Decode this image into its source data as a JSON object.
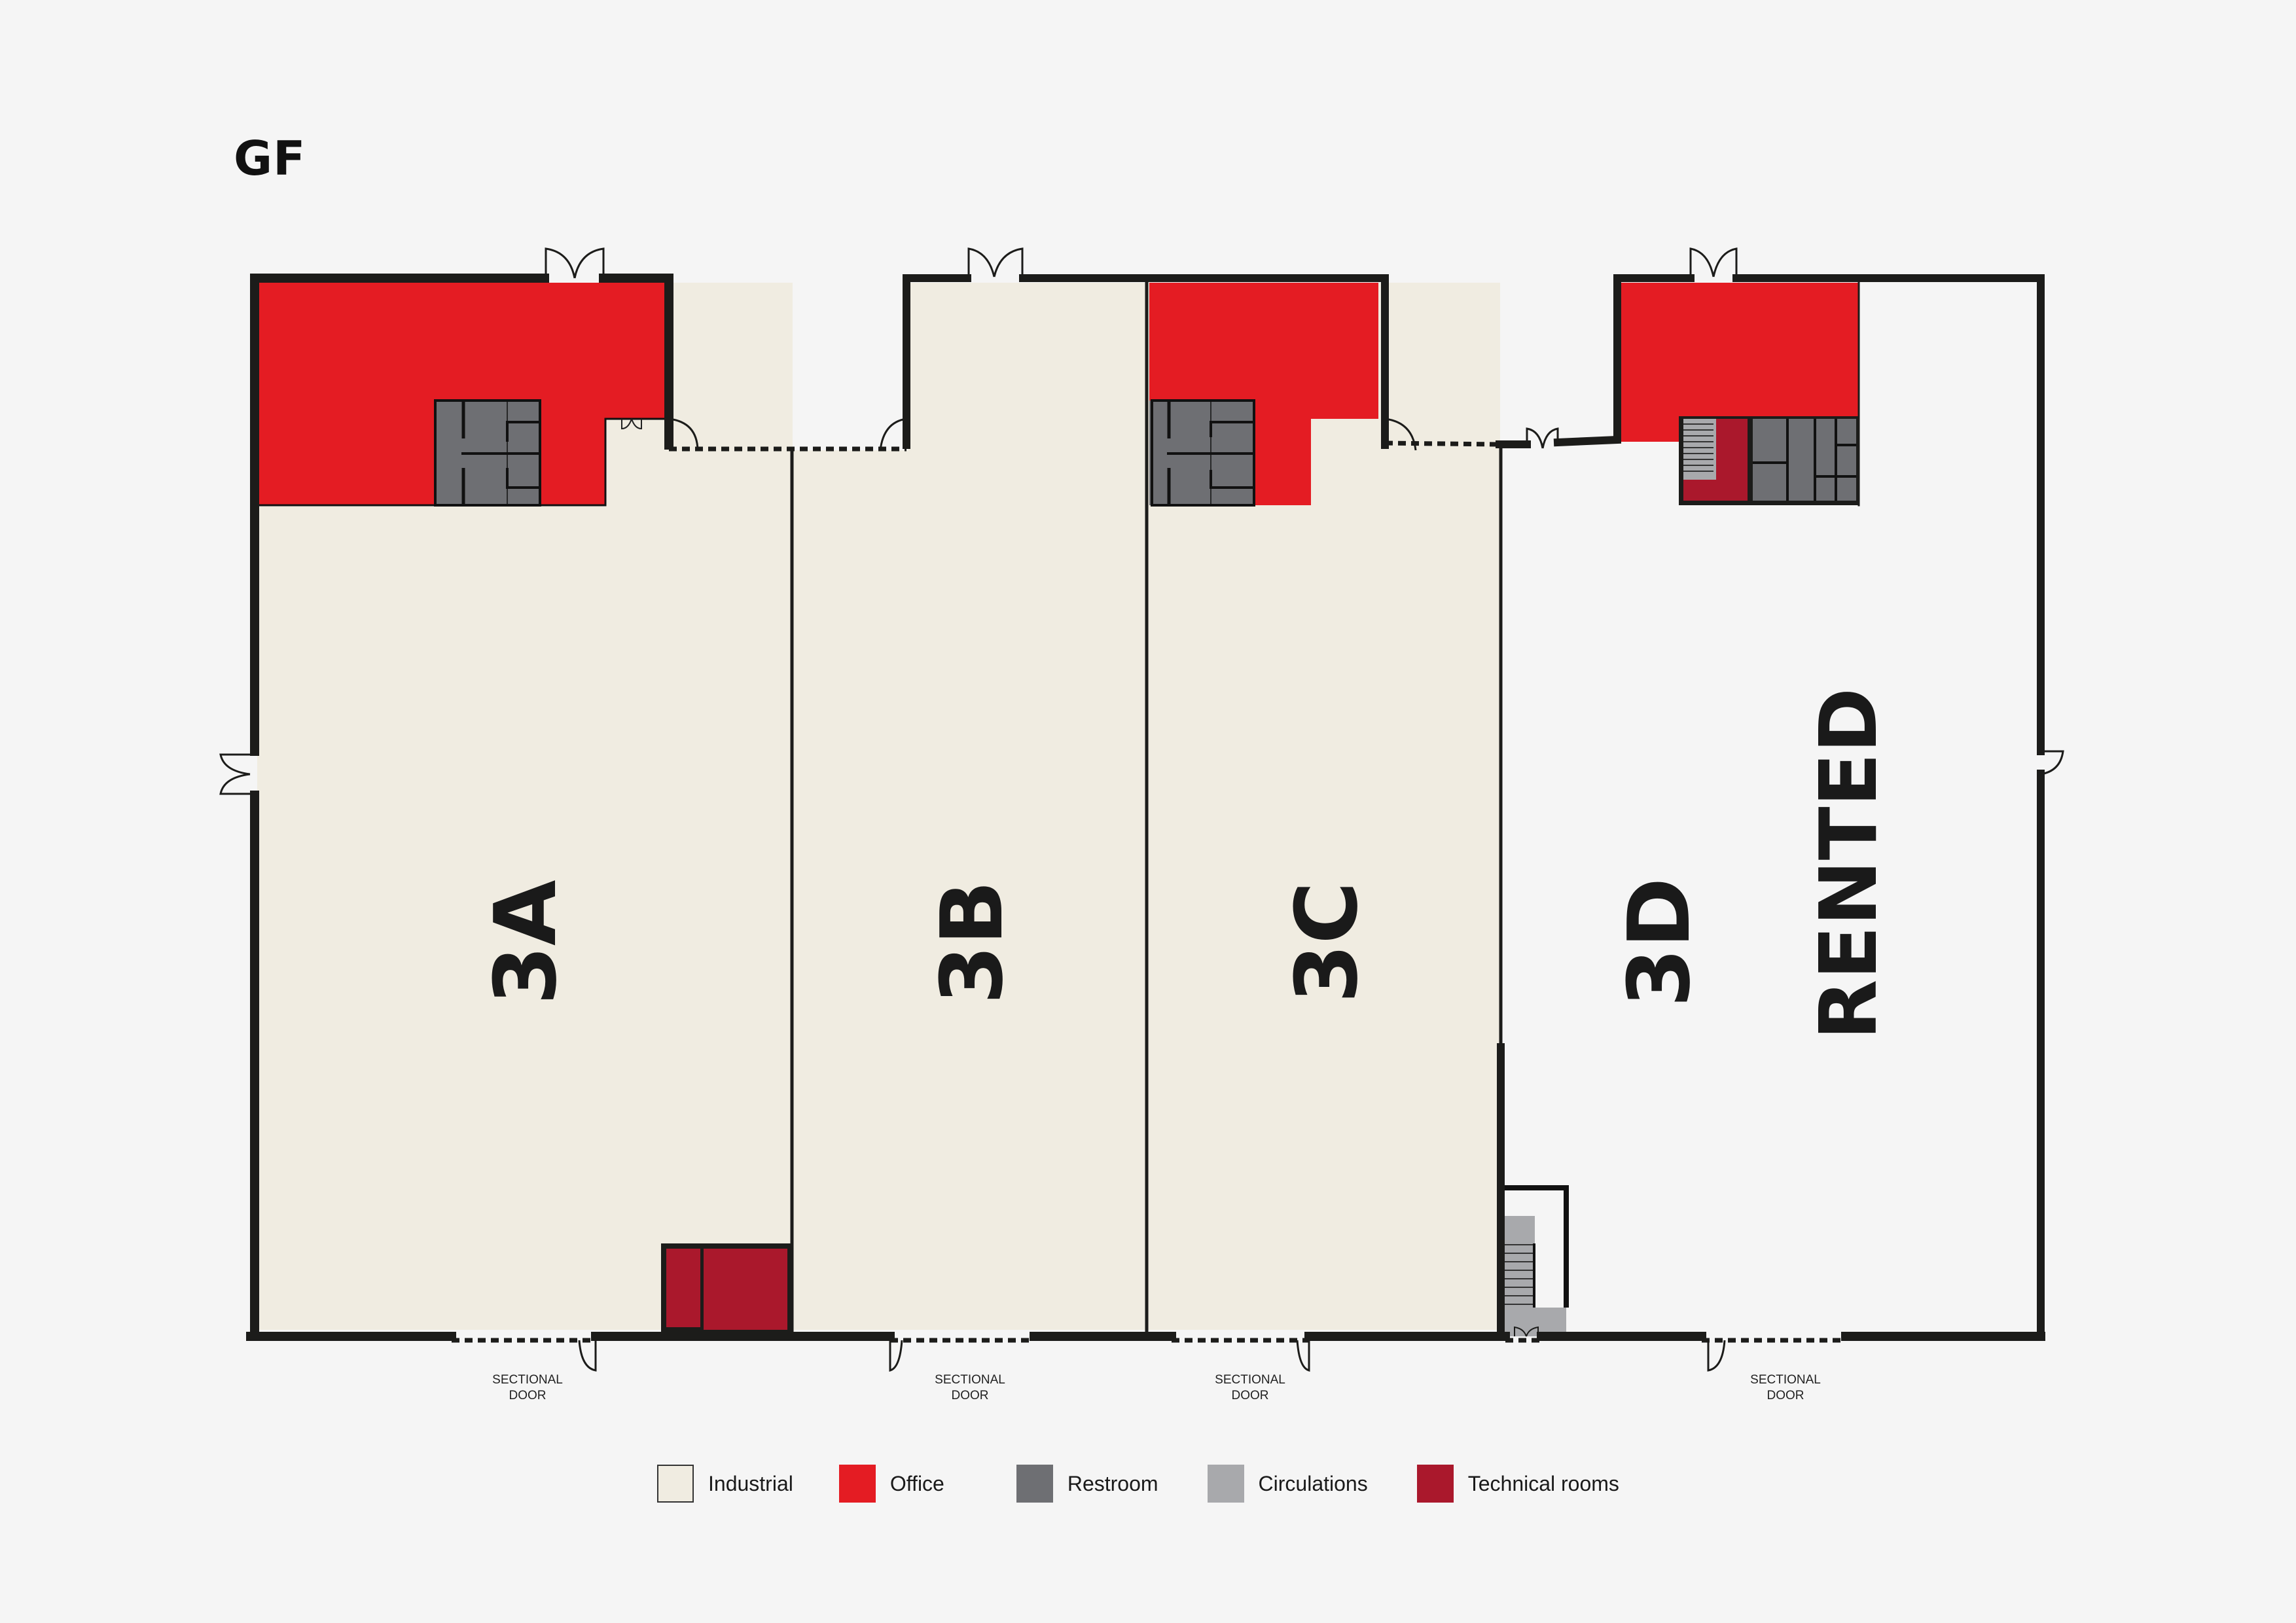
{
  "floor": {
    "title": "GF"
  },
  "colors": {
    "background": "#f5f5f5",
    "wall": "#1c1c1a",
    "industrial": "#f0ece1",
    "office": "#e41c23",
    "restroom": "#6e6f73",
    "circulations": "#a8a9ac",
    "technical": "#aa182c",
    "rented": "#f5f5f5"
  },
  "units": [
    {
      "id": "3A",
      "label": "3A"
    },
    {
      "id": "3B",
      "label": "3B"
    },
    {
      "id": "3C",
      "label": "3C"
    },
    {
      "id": "3D",
      "label": "3D",
      "status": "RENTED"
    }
  ],
  "doors": {
    "sectional_line1": "SECTIONAL",
    "sectional_line2": "DOOR",
    "sectional": [
      {
        "unit": "3A",
        "line1": "SECTIONAL",
        "line2": "DOOR"
      },
      {
        "unit": "3B",
        "line1": "SECTIONAL",
        "line2": "DOOR"
      },
      {
        "unit": "3C",
        "line1": "SECTIONAL",
        "line2": "DOOR"
      },
      {
        "unit": "3D",
        "line1": "SECTIONAL",
        "line2": "DOOR"
      }
    ]
  },
  "legend": {
    "items": [
      {
        "key": "industrial",
        "label": "Industrial",
        "color": "#f0ece1"
      },
      {
        "key": "office",
        "label": "Office",
        "color": "#e41c23"
      },
      {
        "key": "restroom",
        "label": "Restroom",
        "color": "#6e6f73"
      },
      {
        "key": "circulations",
        "label": "Circulations",
        "color": "#a8a9ac"
      },
      {
        "key": "technical",
        "label": "Technical rooms",
        "color": "#aa182c"
      }
    ]
  }
}
